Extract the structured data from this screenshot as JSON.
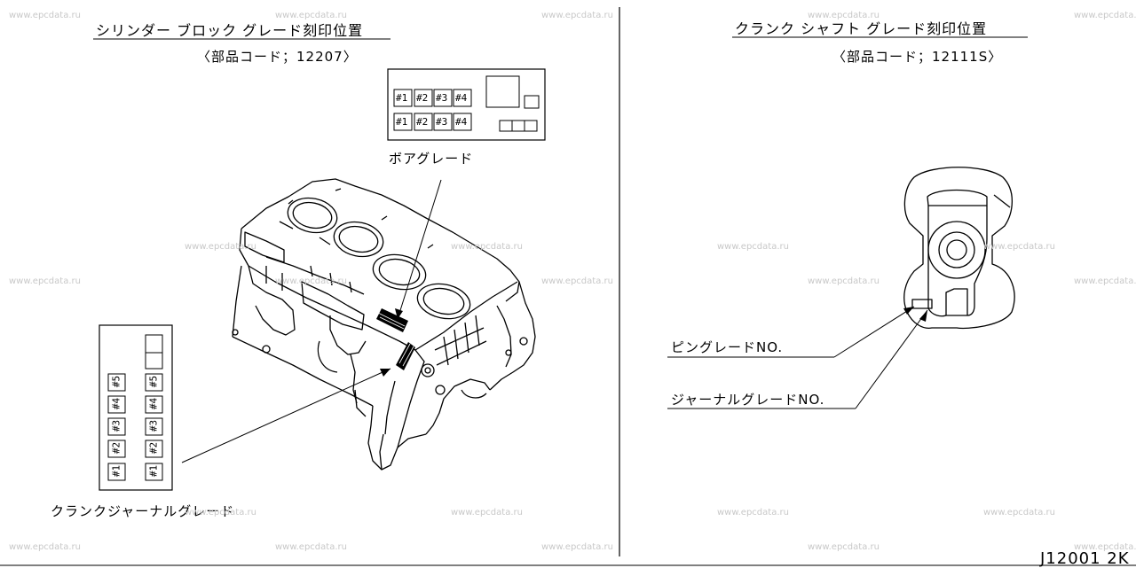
{
  "left": {
    "title": "シリンダー ブロック グレード刻印位置",
    "code": "〈部品コード；12207〉",
    "bore_label": "ボアグレード",
    "crank_label": "クランクジャーナルグレード",
    "bore_cells": [
      "#1",
      "#2",
      "#3",
      "#4"
    ],
    "journal_cells": [
      "#1",
      "#2",
      "#3",
      "#4",
      "#5"
    ]
  },
  "right": {
    "title": "クランク シャフト  グレード刻印位置",
    "code": "〈部品コード；12111S〉",
    "pin_label": "ピングレードNO.",
    "journal_label": "ジャーナルグレードNO."
  },
  "watermark": "www.epcdata.ru",
  "figure_id": "J12001 2K"
}
